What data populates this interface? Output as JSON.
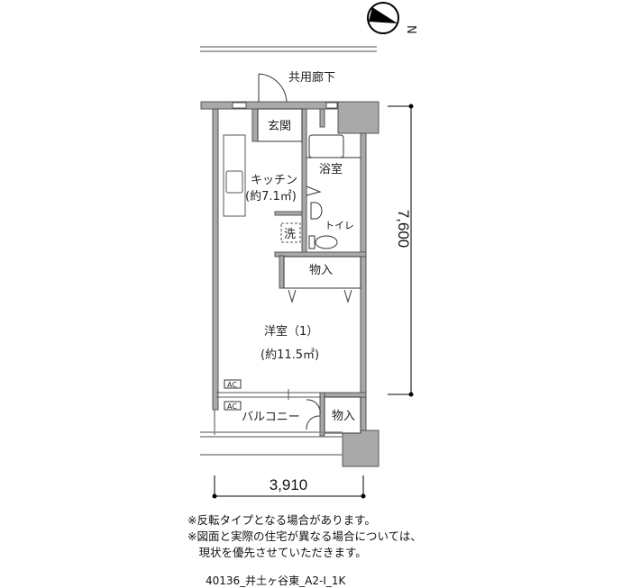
{
  "compass": {
    "north_label": "N"
  },
  "rooms": {
    "corridor": "共用廊下",
    "entrance": "玄関",
    "bath": "浴室",
    "kitchen": "キッチン",
    "kitchen_area": "(約7.1㎡)",
    "washer": "洗",
    "toilet": "トイレ",
    "storage_upper": "物入",
    "western_room": "洋室（1）",
    "western_room_area": "(約11.5㎡)",
    "ac_1": "AC",
    "ac_2": "AC",
    "balcony": "バルコニー",
    "storage_lower": "物入"
  },
  "dimensions": {
    "depth": "7,600",
    "width": "3,910"
  },
  "notes": [
    "※反転タイプとなる場合があります。",
    "※図面と実際の住宅が異なる場合については、",
    "　現状を優先させていただきます。"
  ],
  "plan_code": "40136_井土ヶ谷東_A2-Ⅰ_1K",
  "colors": {
    "wall": "#a9a9a9",
    "line": "#333333"
  }
}
